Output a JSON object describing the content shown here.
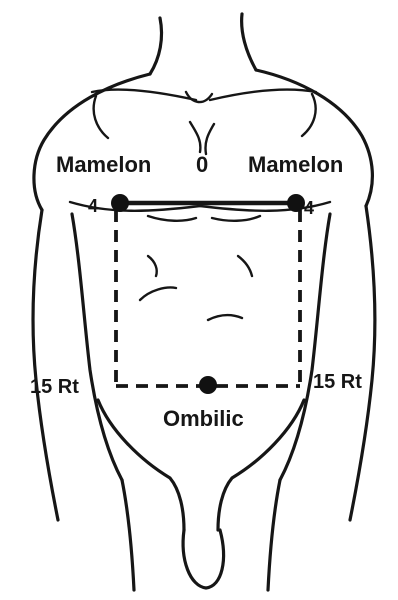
{
  "labels": {
    "nipple_left": "Mamelon",
    "zero": "0",
    "nipple_right": "Mamelon",
    "num_left": "4",
    "num_right": "4",
    "rt_left": "15 Rt",
    "rt_right": "15 Rt",
    "navel": "Ombilic"
  }
}
